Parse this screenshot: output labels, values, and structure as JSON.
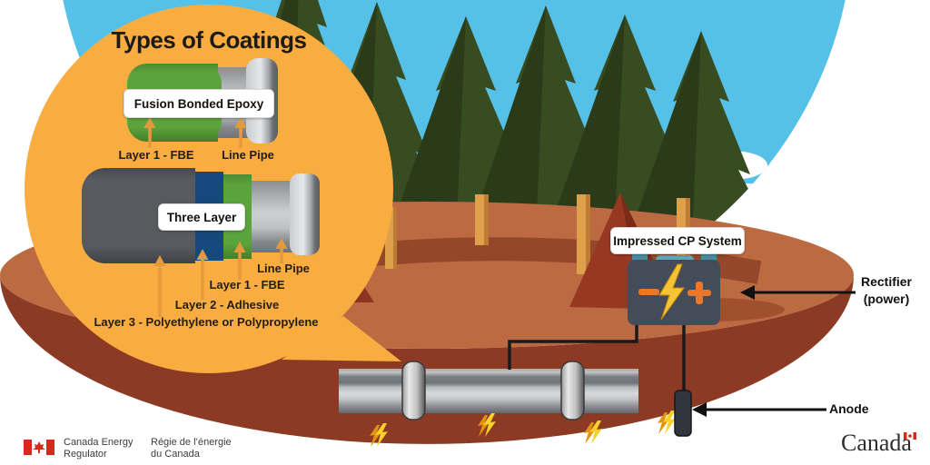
{
  "title": "Types of Coatings",
  "fbe": {
    "box": "Fusion Bonded Epoxy",
    "layer1": "Layer 1 - FBE",
    "line_pipe": "Line Pipe"
  },
  "three_layer": {
    "box": "Three Layer",
    "line_pipe": "Line Pipe",
    "layer1": "Layer 1 - FBE",
    "layer2": "Layer 2 - Adhesive",
    "layer3": "Layer 3 - Polyethylene or Polypropylene"
  },
  "cp": {
    "box": "Impressed CP System",
    "rectifier_line1": "Rectifier",
    "rectifier_line2": "(power)",
    "anode": "Anode"
  },
  "footer": {
    "en1": "Canada Energy",
    "en2": "Regulator",
    "fr1": "Régie de l’énergie",
    "fr2": "du Canada",
    "wordmark": "Canada"
  },
  "colors": {
    "bubble": "#F9AD40",
    "sky": "#56C1E8",
    "ground_top": "#BC6A42",
    "ground_side": "#8C3A24",
    "tree": "#384C21",
    "label_arrow": "#E49A3C",
    "flag_red": "#D52B1E"
  }
}
